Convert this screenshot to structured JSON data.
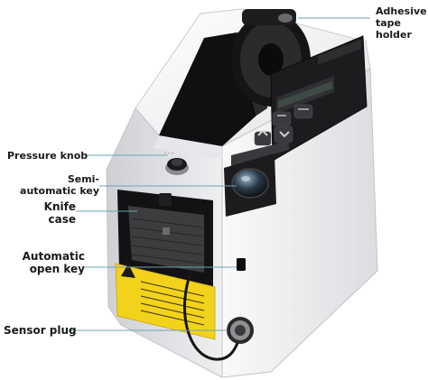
{
  "labels": {
    "adhesive_tape_holder": "Adhesive\ntape\nholder",
    "pressure_knob": "Pressure knob",
    "semi_automatic_key": "Semi-\nautomatic key",
    "knife_case": "Knife\ncase",
    "automatic_open_key": "Automatic\nopen key",
    "sensor_plug": "Sensor plug"
  },
  "colors": {
    "body": "#f1f1f3",
    "shade": "#cfd0d4",
    "panel": "#1c1c1e",
    "tape_roll": "#151515",
    "warning_label": "#f2d21b",
    "leader": "#6fa3b0"
  }
}
